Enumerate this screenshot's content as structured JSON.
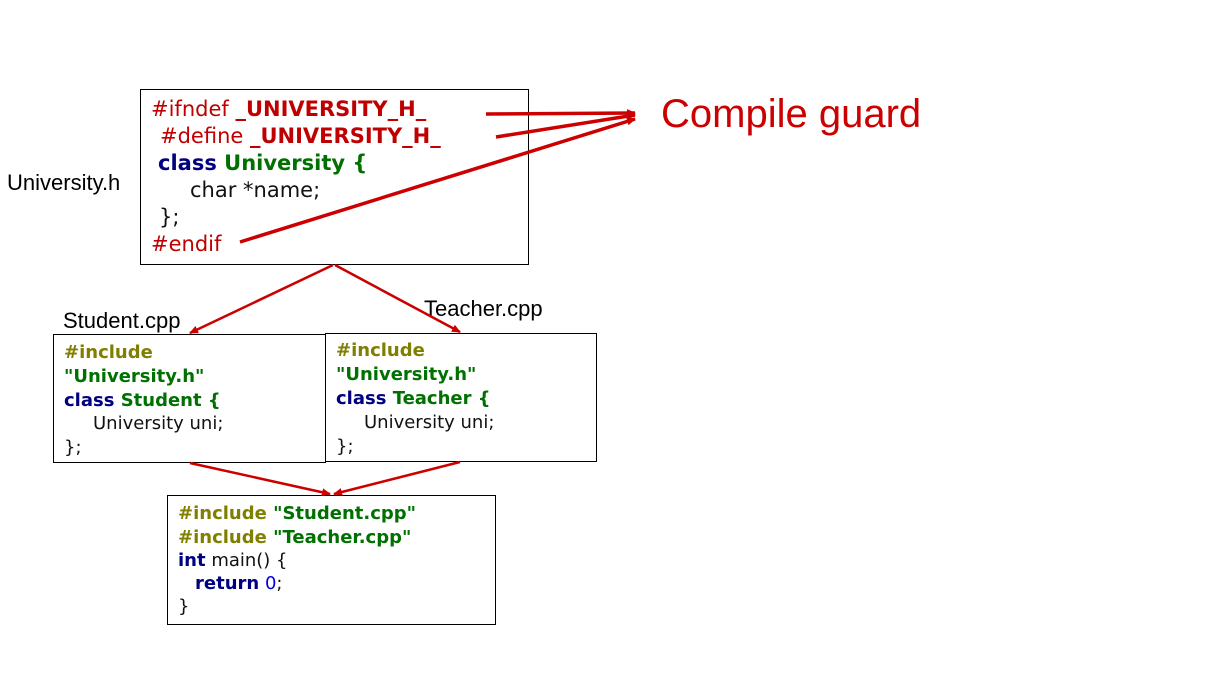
{
  "labels": {
    "university_h": "University.h",
    "student_cpp": "Student.cpp",
    "teacher_cpp": "Teacher.cpp",
    "compile_guard": "Compile guard"
  },
  "university_h": {
    "ifndef_kw": "#ifndef ",
    "guard_macro_1": "_UNIVERSITY_H_",
    "define_kw": "#define ",
    "guard_macro_2": "_UNIVERSITY_H_",
    "class_kw": "class ",
    "class_name": "University {",
    "member": "char *name;",
    "close": "};",
    "endif_kw": "#endif"
  },
  "student_cpp": {
    "include_kw": "#include",
    "include_file": "\"University.h\"",
    "class_kw": "class ",
    "class_name": "Student {",
    "member": "University uni;",
    "close": "};"
  },
  "teacher_cpp": {
    "include_kw": "#include",
    "include_file": "\"University.h\"",
    "class_kw": "class ",
    "class_name": "Teacher {",
    "member": "University uni;",
    "close": "};"
  },
  "main_cpp": {
    "include_kw_1": "#include ",
    "include_file_1": "\"Student.cpp\"",
    "include_kw_2": "#include ",
    "include_file_2": "\"Teacher.cpp\"",
    "int_kw": "int",
    "main_sig": " main() {",
    "return_kw": "return",
    "return_val": "0",
    "semicolon": ";",
    "close": "}"
  },
  "colors": {
    "arrow": "#cc0000",
    "preprocessor_red": "#c00000",
    "keyword_navy": "#000080",
    "identifier_green": "#007000",
    "include_olive": "#7f7f00",
    "number_blue": "#0000e0"
  }
}
